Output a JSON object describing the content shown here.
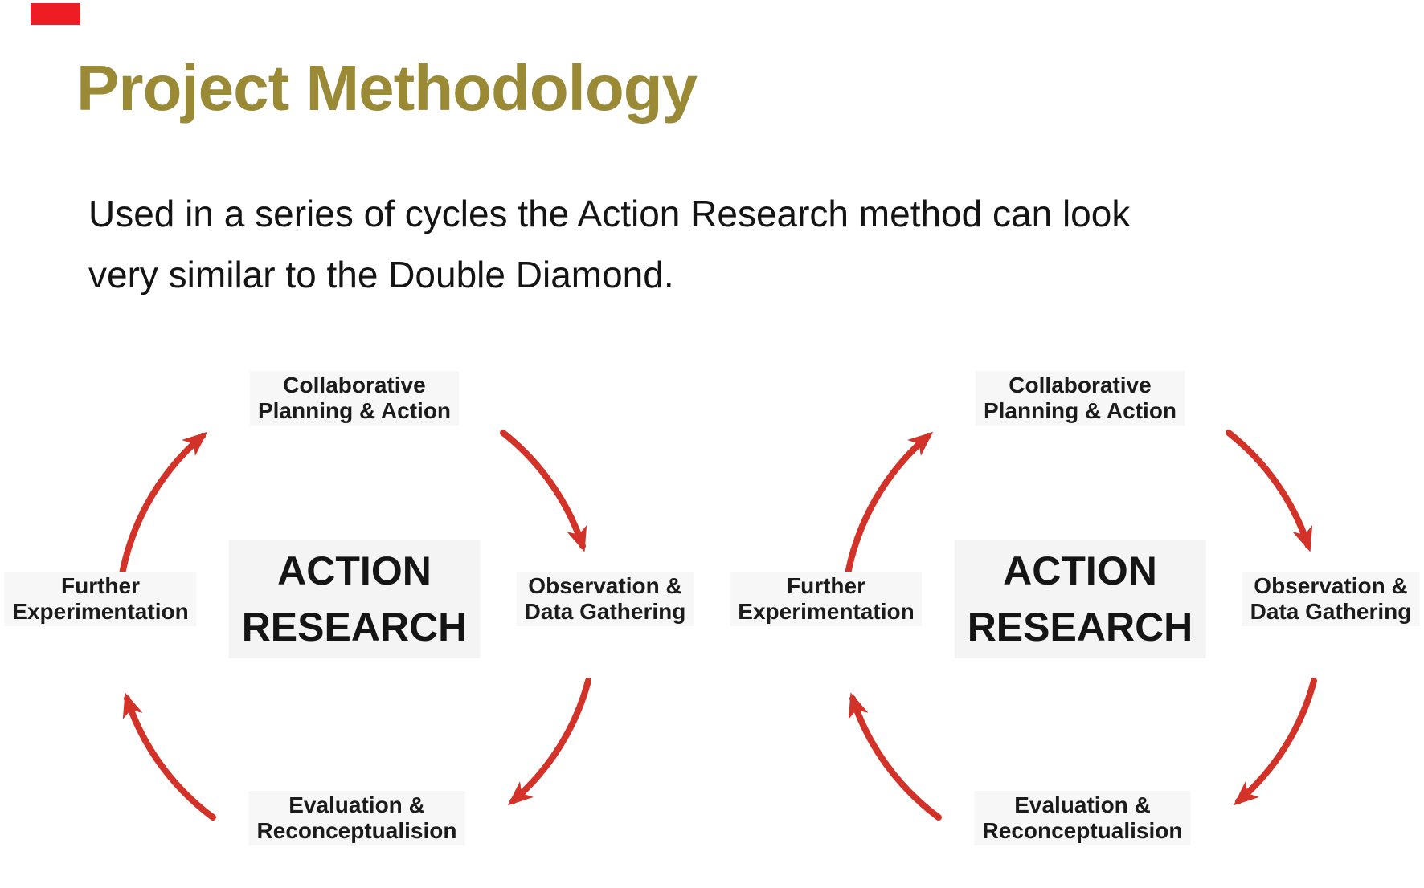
{
  "slide": {
    "marker_color": "#ee1d23",
    "title": "Project Methodology",
    "title_color": "#9b8a35",
    "body_line1": "Used in a series of cycles the Action Research method can look",
    "body_line2": "very similar to the Double Diamond.",
    "background_color": "#ffffff"
  },
  "diagram": {
    "center": {
      "line1": "ACTION",
      "line2": "RESEARCH"
    },
    "nodes": {
      "top": {
        "line1": "Collaborative",
        "line2": "Planning & Action"
      },
      "right": {
        "line1": "Observation &",
        "line2": "Data Gathering"
      },
      "bottom": {
        "line1": "Evaluation &",
        "line2": "Reconceptualision"
      },
      "left": {
        "line1": "Further",
        "line2": "Experimentation"
      }
    },
    "arrow_color": "#d23228",
    "flow": "clockwise",
    "instances": 2
  }
}
